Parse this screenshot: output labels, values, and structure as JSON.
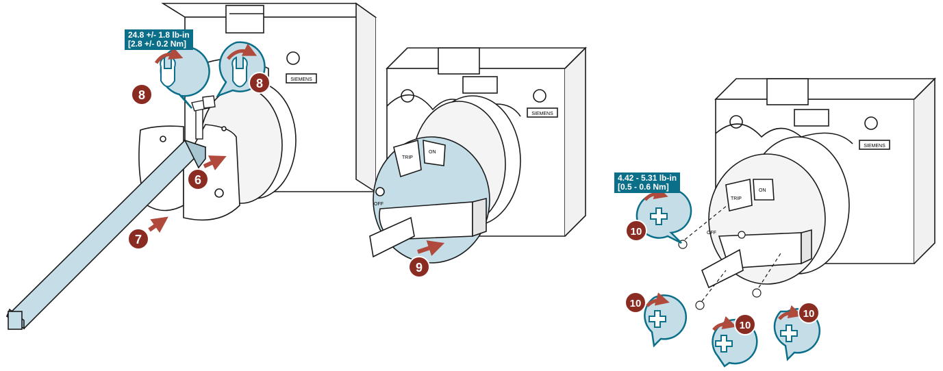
{
  "torque_labels": {
    "handle_bolt": {
      "line1": "24.8 +/- 1.8 lb-in",
      "line2": "[2.8 +/- 0.2 Nm]"
    },
    "cover_screws": {
      "line1": "4.42 - 5.31 lb-in",
      "line2": "[0.5 - 0.6 Nm]"
    }
  },
  "step_badges": {
    "s6": "6",
    "s7": "7",
    "s8_left": "8",
    "s8_right": "8",
    "s9": "9",
    "s10_top": "10",
    "s10_bl": "10",
    "s10_bm": "10",
    "s10_br": "10"
  },
  "device": {
    "brand_1": "SIEMENS",
    "brand_2": "SIEMENS",
    "brand_3": "SIEMENS",
    "dial_trip": "TRIP",
    "dial_on": "ON",
    "dial_off": "OFF",
    "dial_trip_2": "TRIP",
    "dial_on_2": "ON",
    "dial_off_2": "OFF"
  },
  "colors": {
    "badge": "#8b2c22",
    "arrow": "#b04a3c",
    "accent_fill": "#c4dde6",
    "accent_stroke": "#0b6f8a",
    "line": "#1a1a1a",
    "shadow": "#e3e3e3"
  },
  "icons": [
    "wrench-icon",
    "phillips-screwdriver-icon",
    "curved-arrow-icon",
    "push-arrow-icon"
  ]
}
